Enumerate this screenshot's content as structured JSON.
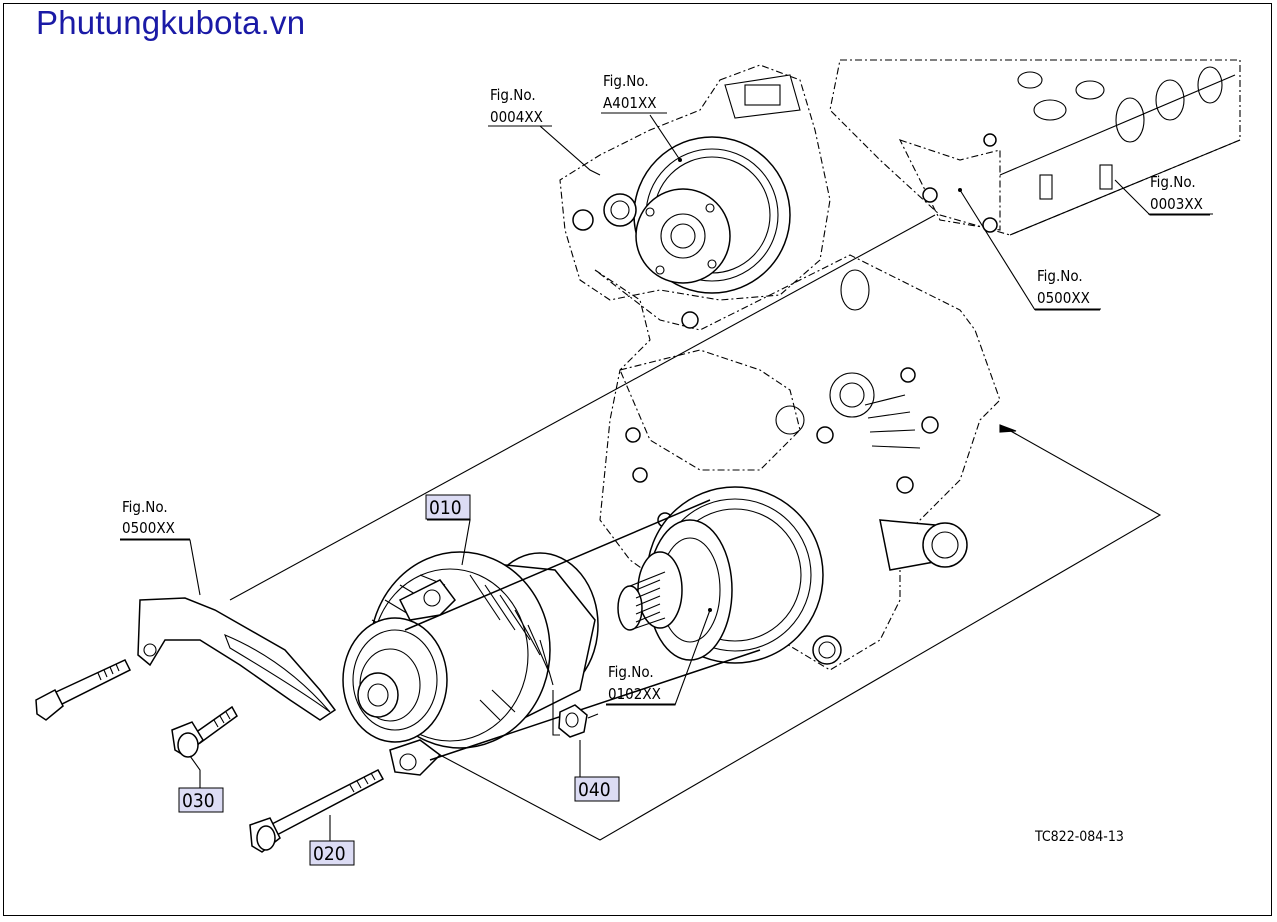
{
  "site_title": "Phutungkubota.vn",
  "figure_refs": [
    {
      "label": "Fig.No.",
      "code": "0004XX"
    },
    {
      "label": "Fig.No.",
      "code": "A401XX"
    },
    {
      "label": "Fig.No.",
      "code": "0003XX"
    },
    {
      "label": "Fig.No.",
      "code": "0500XX"
    },
    {
      "label": "Fig.No.",
      "code": "0500XX"
    },
    {
      "label": "Fig.No.",
      "code": "0102XX"
    }
  ],
  "parts": [
    {
      "number": "010"
    },
    {
      "number": "020"
    },
    {
      "number": "030"
    },
    {
      "number": "040"
    }
  ],
  "drawing_code": "TC822-084-13"
}
